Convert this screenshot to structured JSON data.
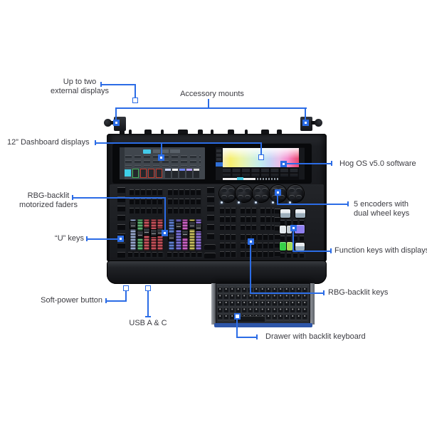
{
  "meta": {
    "subject": "Lighting control console feature callout diagram",
    "background": "#ffffff"
  },
  "colors": {
    "callout_blue": "#2b6ce6",
    "label_text": "#3b3b41",
    "console_body": "#1b1d21",
    "display_active_tab": "#43c9e8",
    "display_active_button": "#2f6fd6",
    "drawer_front_blue": "#2d55a8",
    "function_key_purple": "#8f7ff0",
    "function_key_greens": [
      "#35d148",
      "#a4dc52"
    ],
    "fader_colors_left_bank": [
      "#97a6cc",
      "#5cb271",
      "#c8545e",
      "#c4505a",
      "#c4505a"
    ],
    "fader_colors_right_bank": [
      "#5f7fd0",
      "#7a72d8",
      "#cb62c4",
      "#c9c05e",
      "#9070d8"
    ]
  },
  "console": {
    "encoder_count": 5,
    "display_count": 2
  },
  "callouts": {
    "external_displays": {
      "label": "Up to two\nexternal displays"
    },
    "accessory_mounts": {
      "label": "Accessory mounts"
    },
    "dashboard_displays": {
      "label": "12” Dashboard displays"
    },
    "hog_os": {
      "label": "Hog OS v5.0 software"
    },
    "motorized_faders": {
      "label": "RBG-backlit\nmotorized faders"
    },
    "u_keys": {
      "label": "“U” keys"
    },
    "encoders": {
      "label": "5 encoders with\ndual wheel keys"
    },
    "function_keys": {
      "label": "Function keys with displays"
    },
    "soft_power": {
      "label": "Soft-power button"
    },
    "usb": {
      "label": "USB A & C"
    },
    "rbg_keys": {
      "label": "RBG-backlit keys"
    },
    "keyboard_drawer": {
      "label": "Drawer with backlit keyboard"
    }
  }
}
